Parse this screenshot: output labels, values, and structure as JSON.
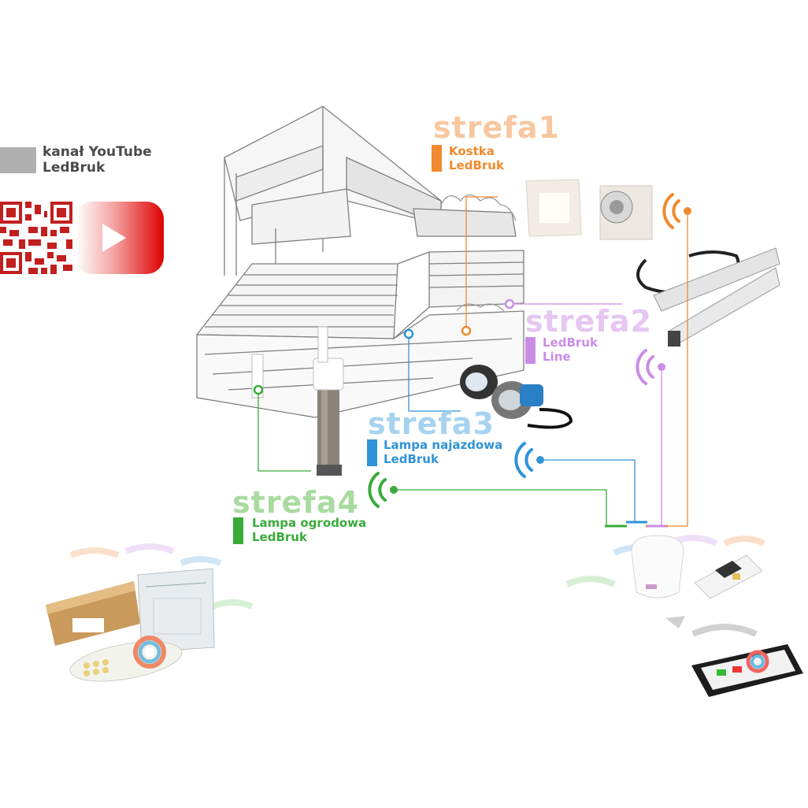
{
  "youtube": {
    "label_line1": "kanał YouTube",
    "label_line2": "LedBruk"
  },
  "zones": [
    {
      "title": "strefa1",
      "desc_line1": "Kostka",
      "desc_line2": "LedBruk",
      "color": "#f08a2c",
      "title_color": "#f7c8a0"
    },
    {
      "title": "strefa2",
      "desc_line1": "LedBruk",
      "desc_line2": "Line",
      "color": "#c98de6",
      "title_color": "#e6c6f2"
    },
    {
      "title": "strefa3",
      "desc_line1": "Lampa najazdowa",
      "desc_line2": "LedBruk",
      "color": "#2f93d8",
      "title_color": "#a6d3f0"
    },
    {
      "title": "strefa4",
      "desc_line1": "Lampa ogrodowa",
      "desc_line2": "LedBruk",
      "color": "#3aab3a",
      "title_color": "#a9dba0"
    }
  ],
  "icons": {
    "qr": "qr-code-icon",
    "youtube": "youtube-play-icon",
    "wifi": "wifi-signal-icon"
  }
}
